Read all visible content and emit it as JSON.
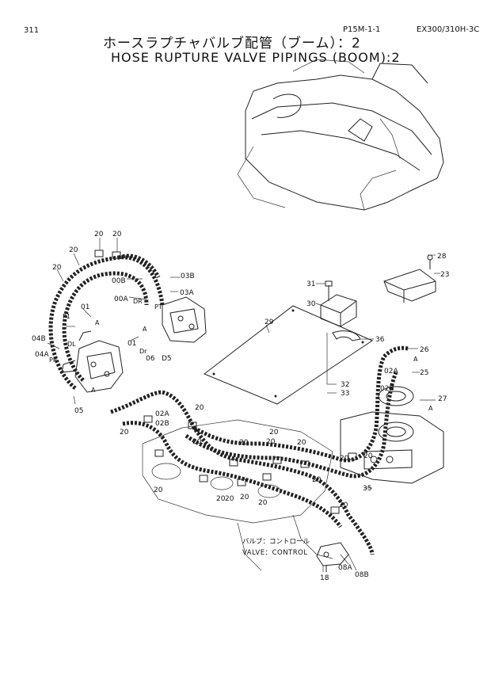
{
  "header": {
    "page_number": "311",
    "sheet_code": "P15M-1-1",
    "model_code": "EX300/310H-3C",
    "title_jp": "ホースラプチャバルブ配管（ブーム）：2",
    "title_en": "HOSE RUPTURE VALVE PIPINGS (BOOM):2"
  },
  "callouts": {
    "c20a": "20",
    "c20b": "20",
    "c20c": "20",
    "c20d": "20",
    "c20e": "20",
    "c20f": "20",
    "c20g": "20",
    "c20h": "20",
    "c20i": "20",
    "c20j": "20",
    "c20k": "20",
    "c20l": "20",
    "c20m": "20",
    "c20n": "20",
    "c20o": "20",
    "c20p": "20",
    "c20q": "20",
    "c20r": "20",
    "c20s": "20",
    "c20t": "20",
    "c00B": "00B",
    "c00A": "00A",
    "c03B": "03B",
    "c03A": "03A",
    "c01a": "01",
    "c01b": "01",
    "c04B": "04B",
    "c04A": "04A",
    "c05": "05",
    "c06": "06",
    "cD5": "D5",
    "c02A": "02A",
    "c02B": "02B",
    "c28": "28",
    "c23": "23",
    "c31": "31",
    "c30": "30",
    "c29": "29",
    "c36": "36",
    "c26": "26",
    "c02A2": "02A",
    "c25": "25",
    "c02B2": "02B",
    "c27": "27",
    "c32": "32",
    "c33": "33",
    "c35": "35",
    "c18": "18",
    "c08A": "08A",
    "c08B": "08B"
  },
  "small_labels": {
    "A1": "A",
    "A2": "A",
    "A3": "A",
    "A4": "A",
    "A5": "A",
    "P1": "P1",
    "PT": "PT",
    "DL": "DL",
    "DR": "DR",
    "PR": "PR",
    "Dr": "Dr"
  },
  "valve_note": {
    "jp": "バルブ：コントロール",
    "en": "VALVE：CONTROL"
  }
}
